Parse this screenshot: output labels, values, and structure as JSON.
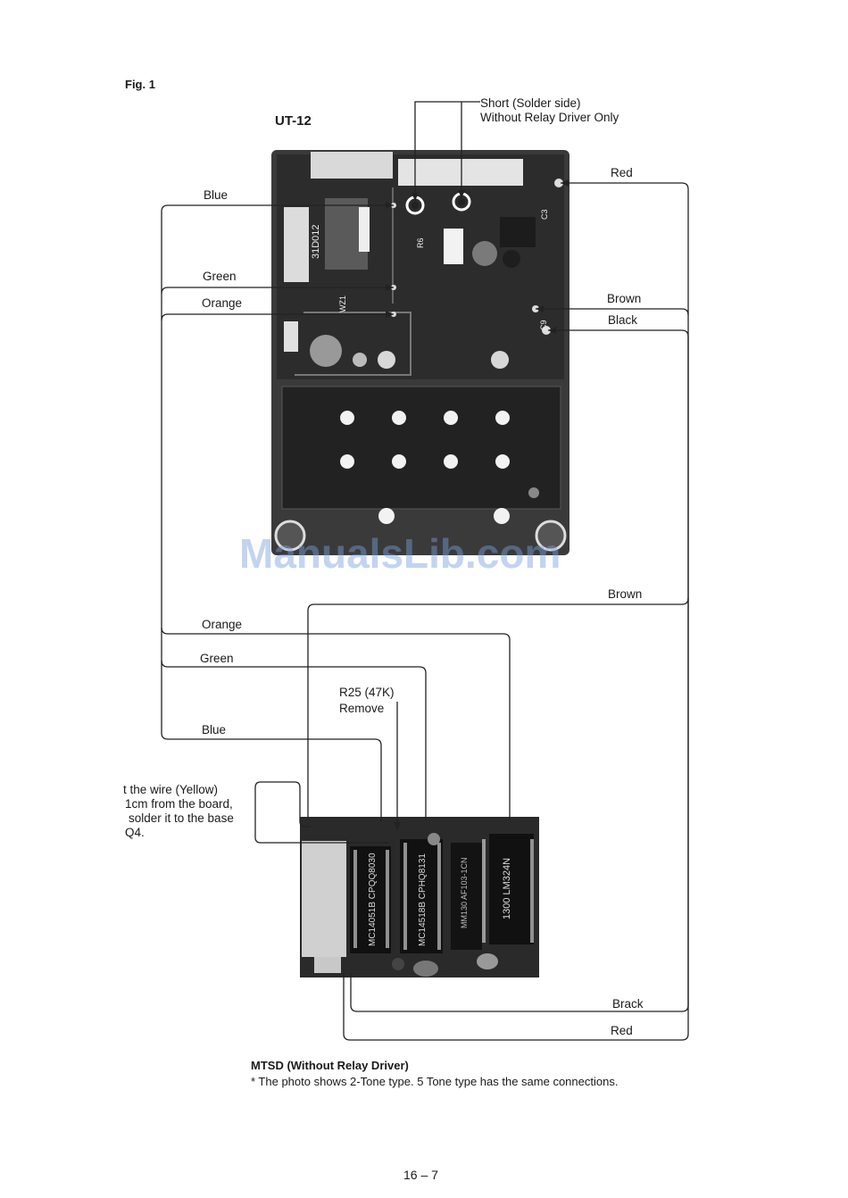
{
  "figure": {
    "label": "Fig. 1",
    "board_top_title": "UT-12",
    "short_note": [
      "Short (Solder side)",
      "Without Relay Driver Only"
    ],
    "watermark": "ManualsLib.com",
    "page_number": "16 – 7"
  },
  "top_wires": {
    "left": [
      "Blue",
      "Green",
      "Orange"
    ],
    "right": [
      "Red",
      "Brown",
      "Black"
    ]
  },
  "mid_wires": {
    "brown": "Brown",
    "orange": "Orange",
    "green": "Green",
    "blue": "Blue",
    "r25": [
      "R25 (47K)",
      "Remove"
    ]
  },
  "side_note": [
    "t the wire (Yellow)",
    "1cm from the board,",
    "solder it to the base",
    "Q4."
  ],
  "bottom_wires": {
    "brack": "Brack",
    "red": "Red"
  },
  "board_top_silk": [
    "31D012",
    "WZ1",
    "R6",
    "C3",
    "C9"
  ],
  "chips": [
    "MC14051B CPQQ8030",
    "MC14518B CPHQ8131",
    "MM130 AF103-1CN",
    "1300 LM324N"
  ],
  "caption": {
    "title": "MTSD (Without Relay Driver)",
    "note": "* The photo shows 2-Tone type.  5 Tone type has the same connections."
  }
}
